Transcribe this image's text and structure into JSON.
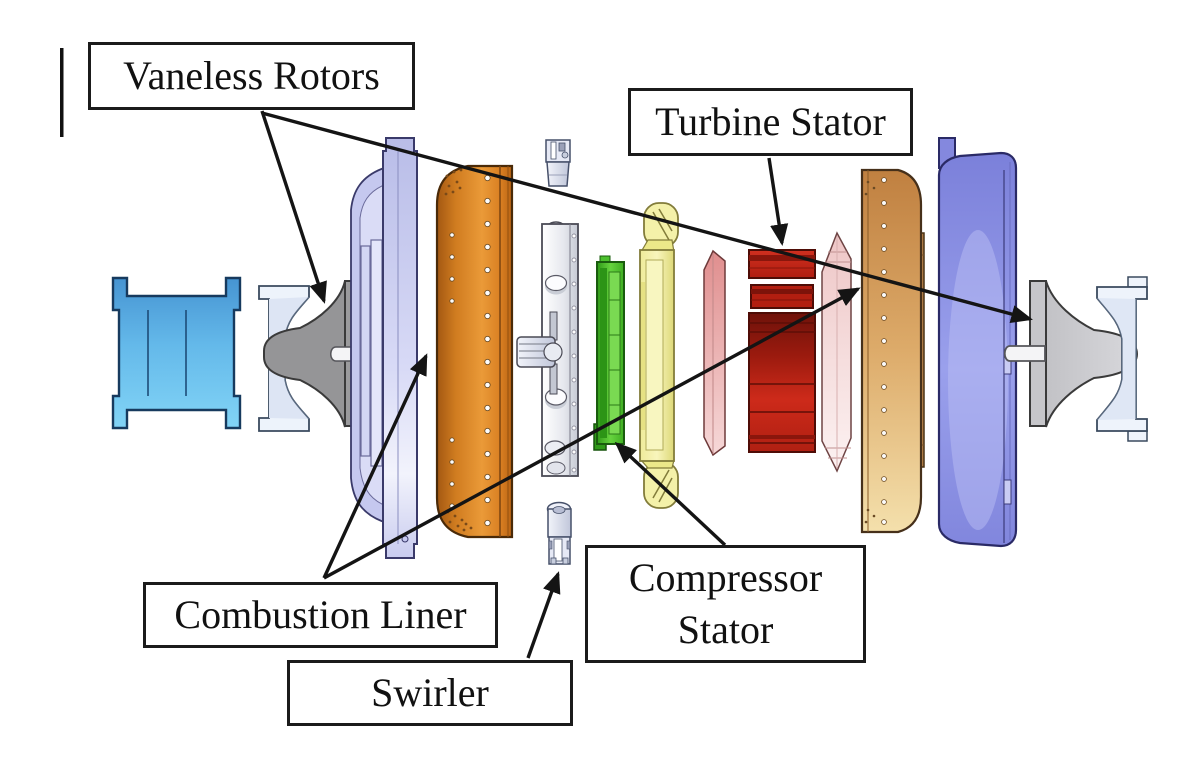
{
  "diagram": {
    "type": "exploded-assembly",
    "subject": "Gas turbine engine exploded cross-section view",
    "labels": {
      "vaneless_rotors": "Vaneless Rotors",
      "turbine_stator": "Turbine Stator",
      "combustion_liner": "Combustion Liner",
      "compressor_stator": {
        "line1": "Compressor",
        "line2": "Stator"
      },
      "swirler": "Swirler"
    },
    "callouts": [
      {
        "label": "Vaneless Rotors",
        "targets": [
          "compressor-rotor-left",
          "turbine-rotor-right"
        ]
      },
      {
        "label": "Turbine Stator",
        "targets": [
          "turbine-stator-red-ring"
        ]
      },
      {
        "label": "Combustion Liner",
        "targets": [
          "inner-liner-orange",
          "outer-liner-tan"
        ]
      },
      {
        "label": "Compressor Stator",
        "targets": [
          "compressor-stator-green-ring"
        ]
      },
      {
        "label": "Swirler",
        "targets": [
          "swirler-assembly-bottom"
        ]
      }
    ],
    "palette": {
      "inlet_spool_blue": "#5ab4ea",
      "inlet_shroud_white": "#edf3fb",
      "compressor_rotor_gray": "#98989a",
      "compressor_casing_lavender": "#c6c9ef",
      "combustion_liner_inner_orange": "#e28a2c",
      "swirler_metal": "#e6e9f5",
      "fuel_injector_white": "#eceef4",
      "compressor_stator_green": "#4cc02e",
      "diffuser_yellow": "#f2efa4",
      "seal_ring_pink": "#eba4a4",
      "turbine_stator_red": "#c8241a",
      "seal_ring_light_pink": "#f6dcdc",
      "combustion_liner_outer_tan": "#dcab66",
      "turbine_casing_purple": "#8488de",
      "turbine_rotor_gray": "#c9c9cd",
      "turbine_shroud_white": "#eef3fb",
      "arrow_black": "#141414"
    }
  }
}
